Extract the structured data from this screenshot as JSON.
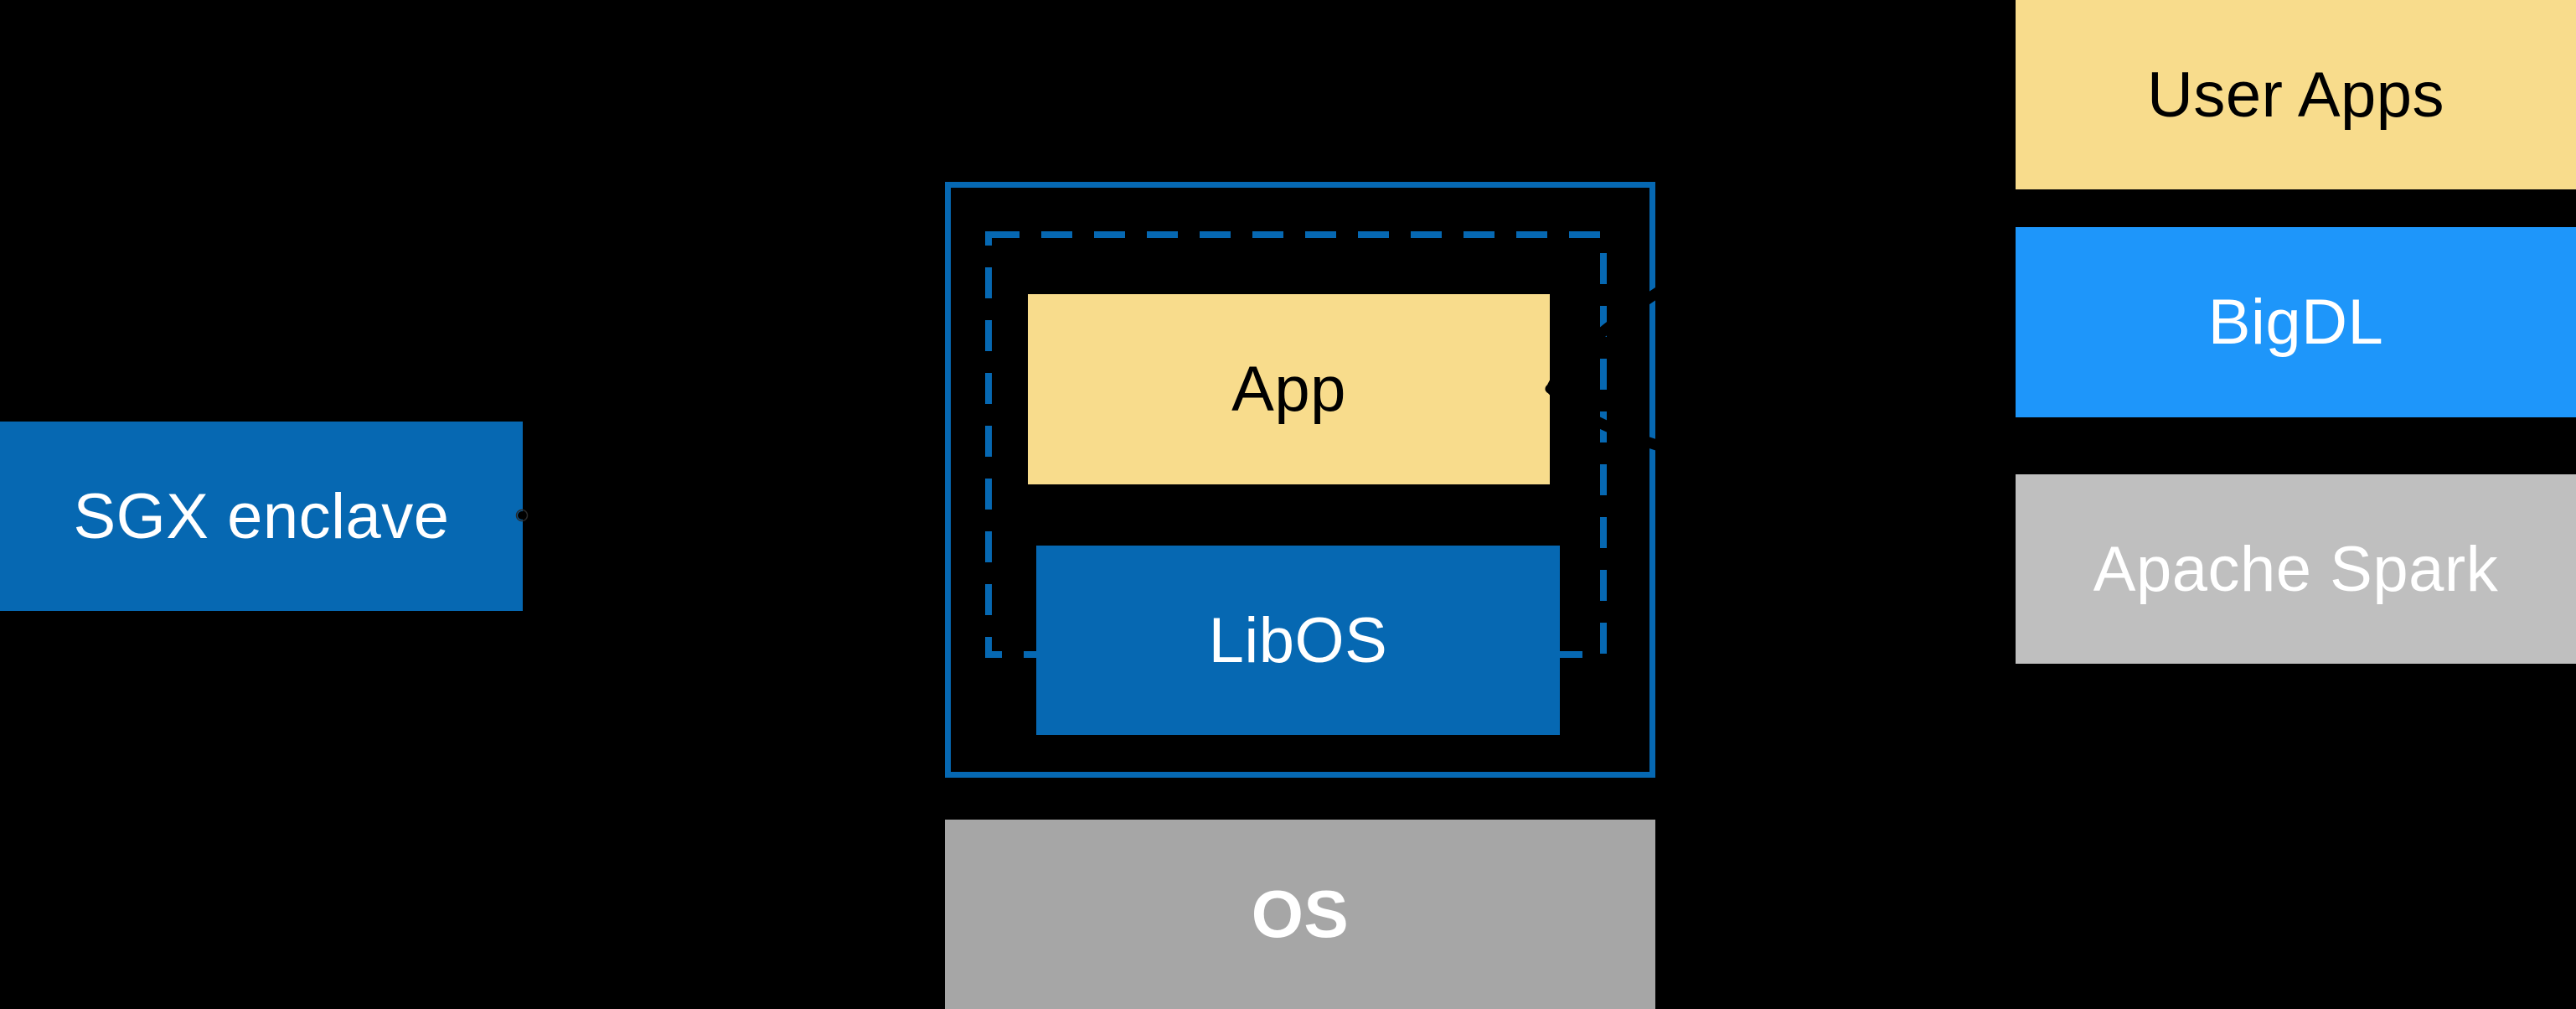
{
  "diagram": {
    "left": {
      "sgx_label": "SGX enclave"
    },
    "center": {
      "app_label": "App",
      "libos_label": "LibOS",
      "os_label": "OS"
    },
    "right": {
      "user_apps_label": "User Apps",
      "bigdl_label": "BigDL",
      "spark_label": "Apache Spark"
    }
  },
  "colors": {
    "background": "#000000",
    "intel_blue": "#0668B2",
    "bright_blue": "#1E96FA",
    "yellow": "#F8DC8C",
    "gray_os": "#A6A6A6",
    "gray_spark": "#BFBFBF",
    "text_light": "#FFFFFF",
    "text_dark": "#000000",
    "connector_black": "#000000",
    "dot_halo": "#2A2A2A"
  }
}
